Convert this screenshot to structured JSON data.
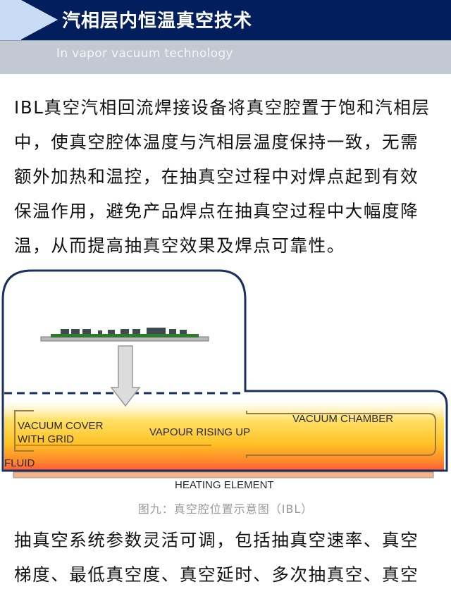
{
  "header": {
    "title": "汽相层内恒温真空技术",
    "subtitle": "In vapor vacuum technology"
  },
  "paragraph1": [
    "IBL真空汽相回流焊接设备将真空腔置于饱和汽相层",
    "中，使真空腔体温度与汽相层温度保持一致，无需",
    "额外加热和温控，在抽真空过程中对焊点起到有效",
    "保温作用，避免产品焊点在抽真空过程中大幅度降",
    "温，从而提高抽真空效果及焊点可靠性。"
  ],
  "figure": {
    "labels": {
      "vacuum_cover": "VACUUM COVER",
      "with_grid": "WITH GRID",
      "vapour": "VAPOUR RISING UP",
      "chamber": "VACUUM CHAMBER",
      "fluid": "FLUID",
      "heating": "HEATING ELEMENT"
    },
    "caption": "图九：真空腔位置示意图（IBL）"
  },
  "paragraph2": [
    "抽真空系统参数灵活可调，包括抽真空速率、真空",
    "梯度、最低真空度、真空延时、多次抽真空、真空"
  ],
  "colors": {
    "header": "#031e5c",
    "accent": "#c9dcf5",
    "subbar": "#c3c9d2"
  }
}
